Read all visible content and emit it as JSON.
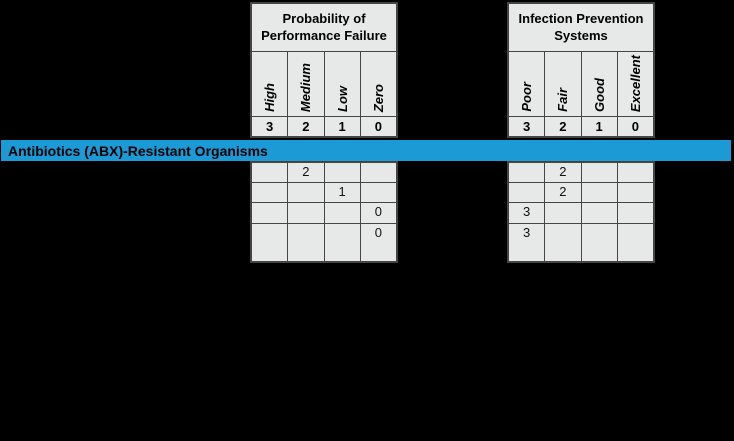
{
  "banner": {
    "label": "Antibiotics (ABX)-Resistant Organisms",
    "color": "#1c9ad6"
  },
  "colors": {
    "background": "#000000",
    "cell_background": "#e7e9e9",
    "grid_border": "#454545",
    "banner_blue": "#1c9ad6"
  },
  "tables": [
    {
      "title": "Probability of Performance Failure",
      "columns": [
        {
          "label": "High",
          "scale": "3"
        },
        {
          "label": "Medium",
          "scale": "2"
        },
        {
          "label": "Low",
          "scale": "1"
        },
        {
          "label": "Zero",
          "scale": "0"
        }
      ],
      "rows": [
        [
          "",
          "2",
          "",
          ""
        ],
        [
          "",
          "",
          "1",
          ""
        ],
        [
          "",
          "",
          "",
          "0"
        ],
        [
          "",
          "",
          "",
          "0"
        ]
      ]
    },
    {
      "title": "Infection Prevention Systems",
      "columns": [
        {
          "label": "Poor",
          "scale": "3"
        },
        {
          "label": "Fair",
          "scale": "2"
        },
        {
          "label": "Good",
          "scale": "1"
        },
        {
          "label": "Excellent",
          "scale": "0"
        }
      ],
      "rows": [
        [
          "",
          "2",
          "",
          ""
        ],
        [
          "",
          "2",
          "",
          ""
        ],
        [
          "3",
          "",
          "",
          ""
        ],
        [
          "3",
          "",
          "",
          ""
        ]
      ]
    }
  ]
}
